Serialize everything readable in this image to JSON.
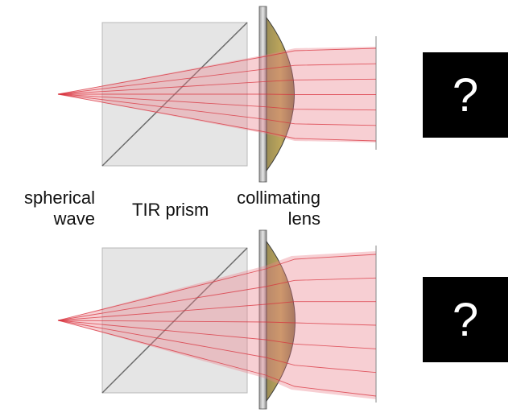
{
  "labels": {
    "spherical_line1": "spherical",
    "spherical_line2": "wave",
    "prism": "TIR prism",
    "collimating_line1": "collimating",
    "collimating_line2": "lens"
  },
  "unknown_top": "?",
  "unknown_bottom": "?",
  "colors": {
    "beam_fill": "#e9808c",
    "ray": "#d8323c",
    "prism_fill": "#dcdcdc",
    "lens_fill": "#a08a3a",
    "lens_edge": "#3a3a3a",
    "box": "#000000"
  },
  "rays": {
    "top_panel_count": 7,
    "bottom_panel_count": 7
  }
}
